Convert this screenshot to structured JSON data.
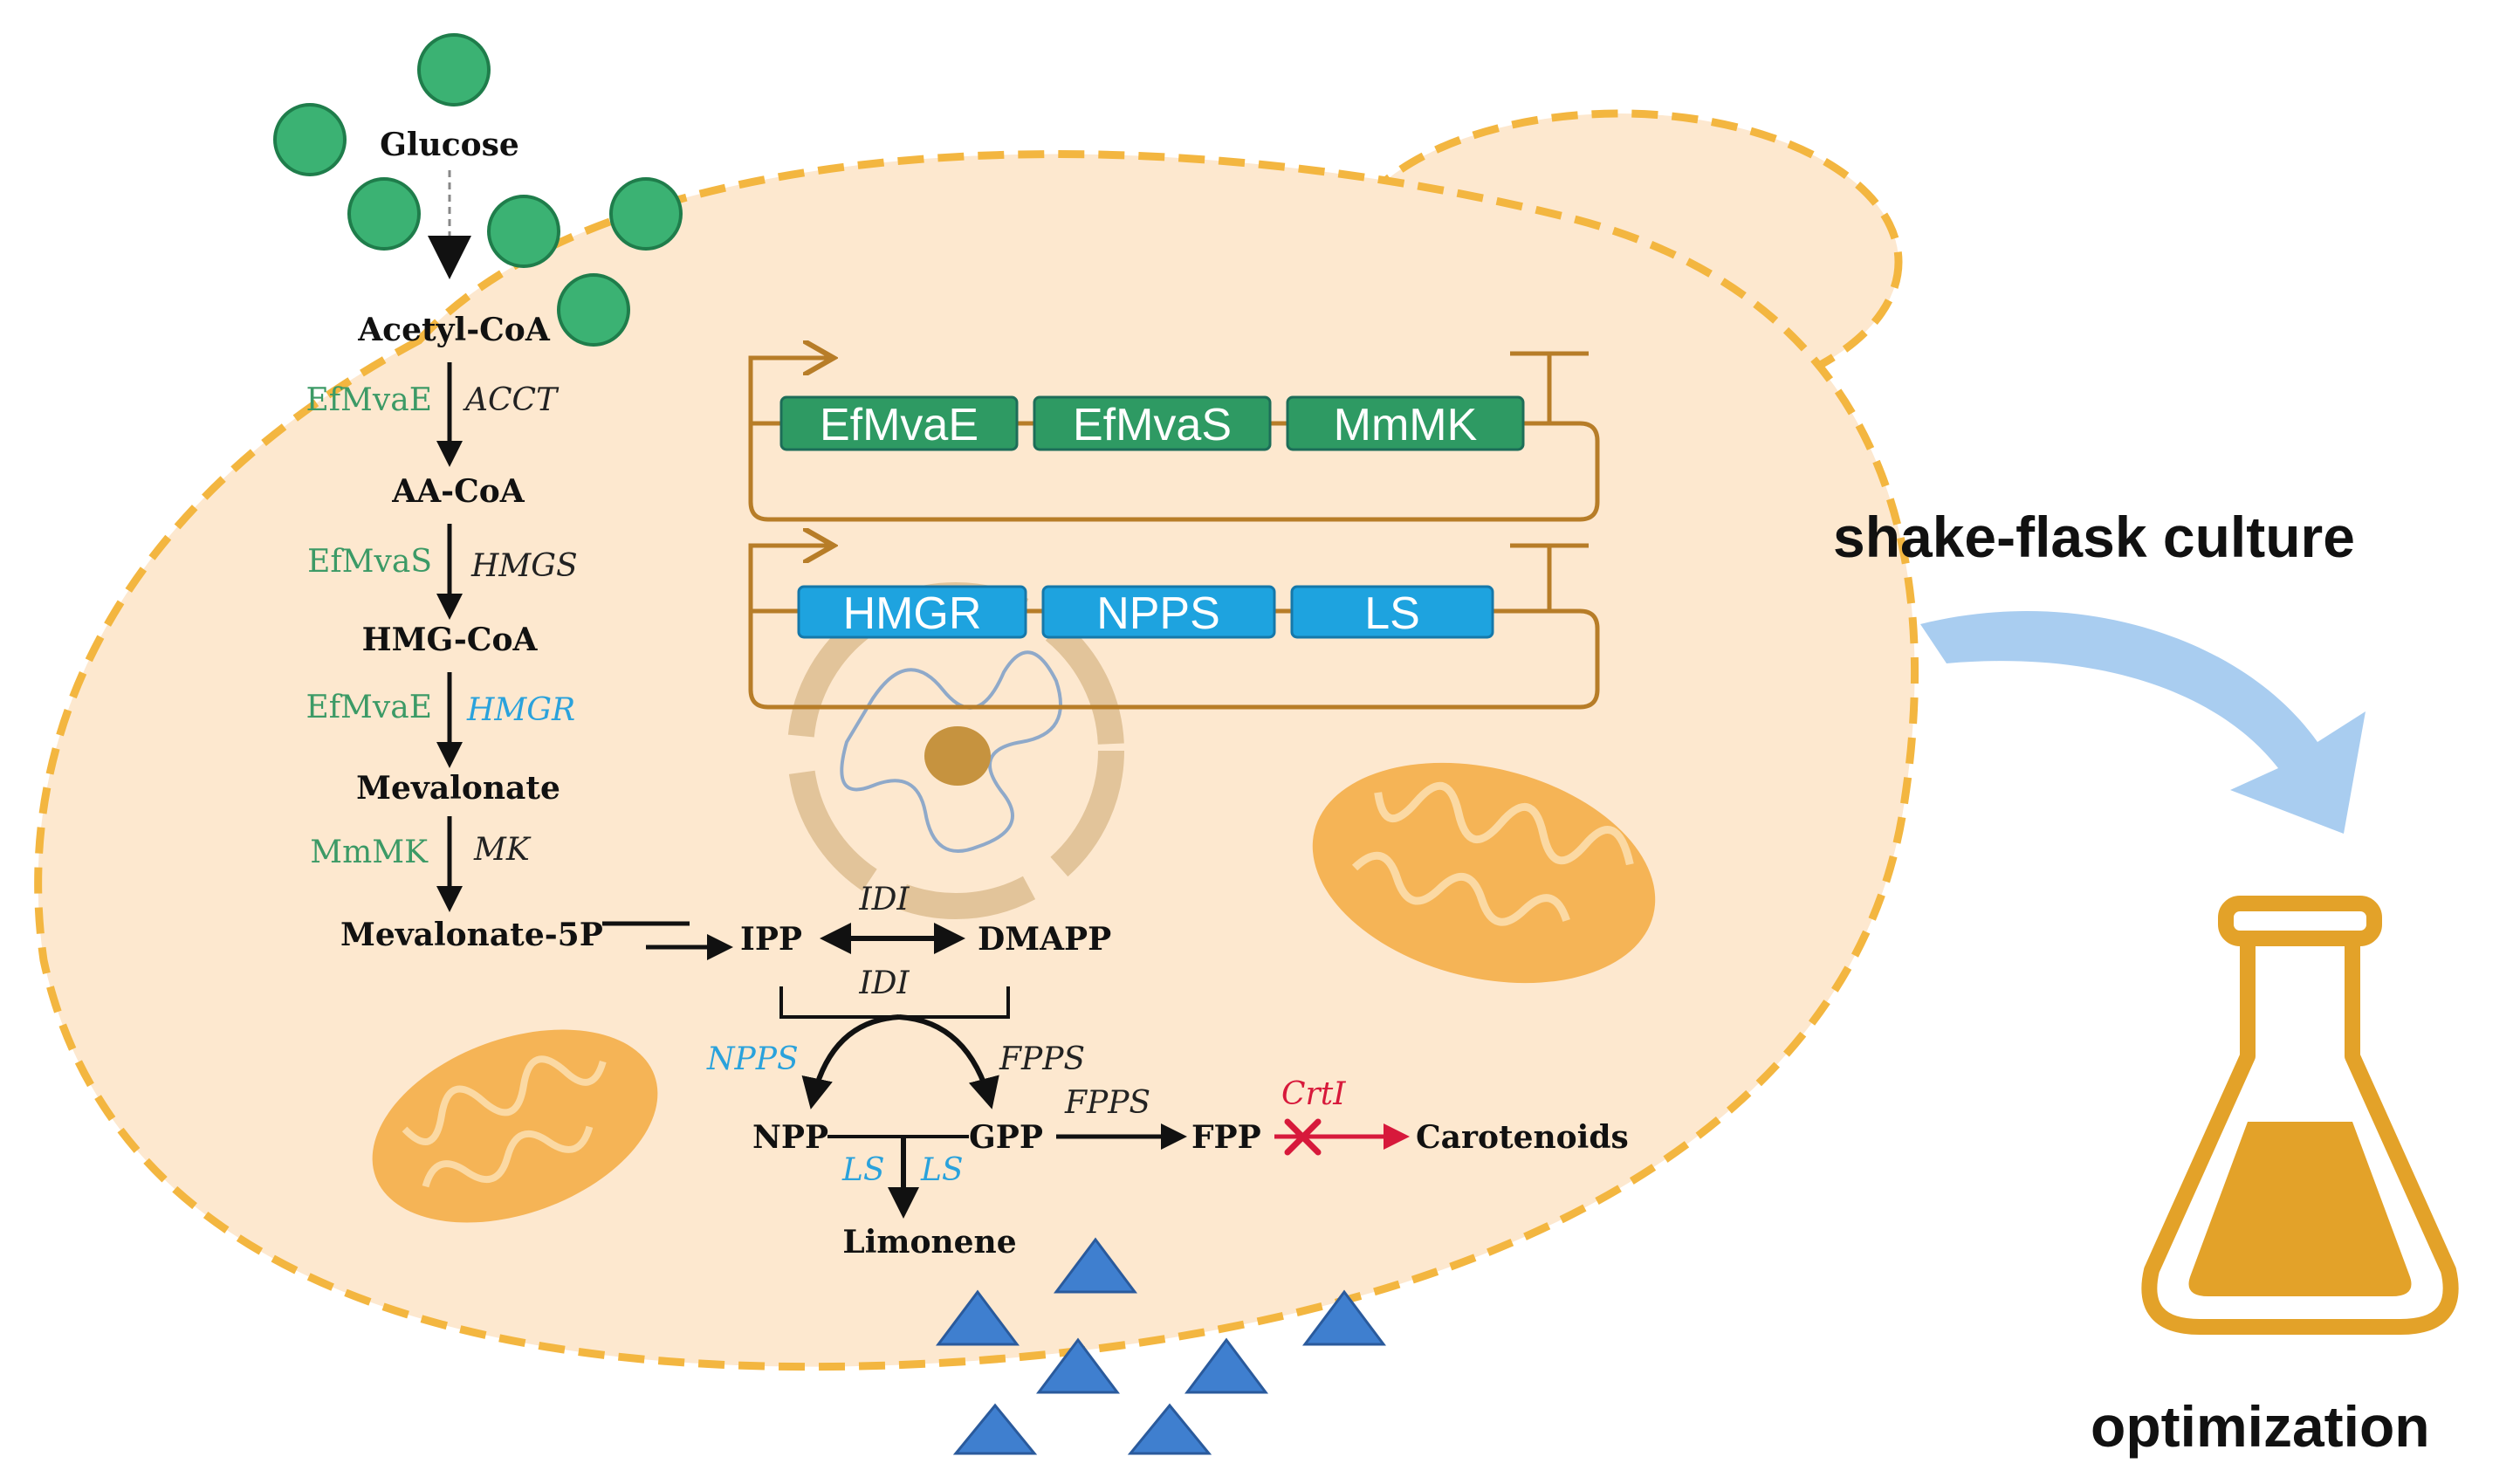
{
  "metabolites": {
    "glucose": "Glucose",
    "acetyl_coa": "Acetyl-CoA",
    "aa_coa": "AA-CoA",
    "hmg_coa": "HMG-CoA",
    "mevalonate": "Mevalonate",
    "mevalonate_5p": "Mevalonate-5P",
    "ipp": "IPP",
    "dmapp": "DMAPP",
    "npp": "NPP",
    "gpp": "GPP",
    "fpp": "FPP",
    "carotenoids": "Carotenoids",
    "limonene": "Limonene"
  },
  "enzymes": {
    "step1_heterologous": "EfMvaE",
    "step1_native": "ACCT",
    "step2_heterologous": "EfMvaS",
    "step2_native": "HMGS",
    "step3_heterologous": "EfMvaE",
    "step3_native": "HMGR",
    "step4_heterologous": "MmMK",
    "step4_native": "MK",
    "idi_top": "IDI",
    "idi_bottom": "IDI",
    "npps": "NPPS",
    "fpps_arc": "FPPS",
    "fpps_arrow": "FPPS",
    "crti": "CrtI",
    "ls_left": "LS",
    "ls_right": "LS"
  },
  "plasmid1_genes": [
    "EfMvaE",
    "EfMvaS",
    "MmMK"
  ],
  "plasmid2_genes": [
    "HMGR",
    "NPPS",
    "LS"
  ],
  "process": {
    "culture_label": "shake-flask culture",
    "optimization_label": "optimization"
  },
  "colors": {
    "cell_fill": "#fde8cf",
    "cell_border": "#f3b640",
    "glucose_circle": "#3bb273",
    "gene_green": "#2e9a63",
    "gene_blue": "#1ea3df",
    "plasmid_line": "#b77d28",
    "mito_fill": "#f5b456",
    "limonene_triangle": "#3f7fcf",
    "knockout": "#d7193b",
    "process_arrow": "#a9cdf0",
    "flask": "#e3a229"
  }
}
